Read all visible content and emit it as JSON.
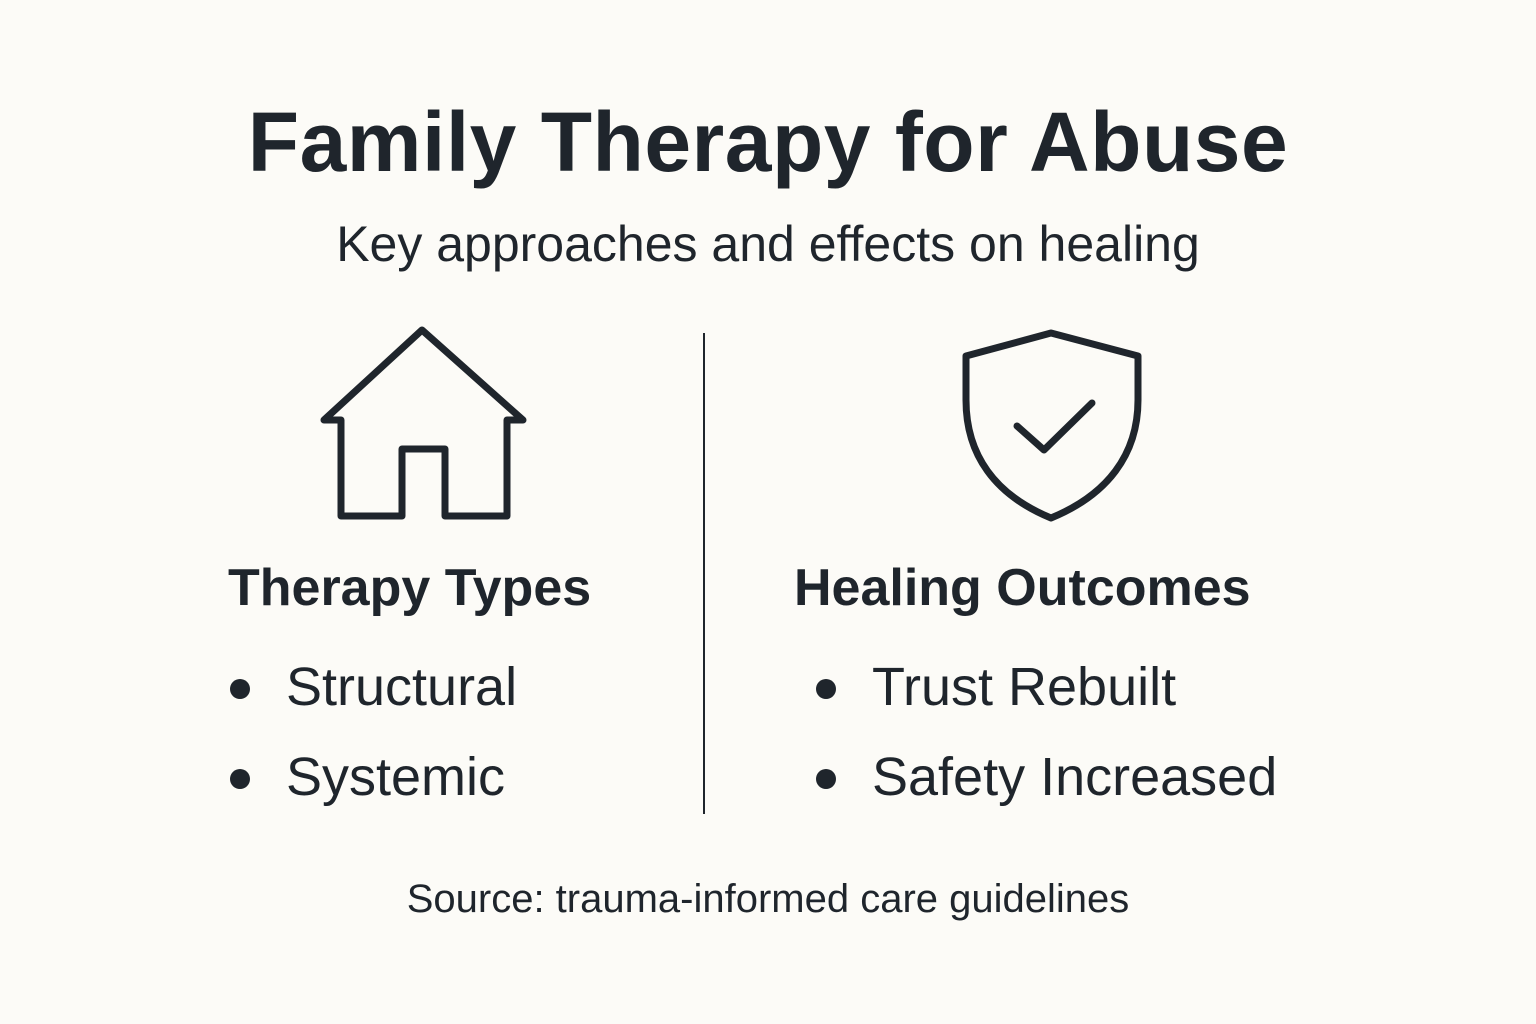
{
  "header": {
    "title": "Family Therapy for Abuse",
    "subtitle": "Key approaches and effects on healing"
  },
  "left_panel": {
    "icon": "house-icon",
    "heading": "Therapy Types",
    "items": [
      {
        "label": "Structural"
      },
      {
        "label": "Systemic"
      }
    ]
  },
  "right_panel": {
    "icon": "shield-check-icon",
    "heading": "Healing Outcomes",
    "items": [
      {
        "label": "Trust Rebuilt"
      },
      {
        "label": "Safety Increased"
      }
    ]
  },
  "footer": {
    "source": "Source: trauma-informed care guidelines"
  },
  "colors": {
    "background": "#fcfbf7",
    "ink": "#1f252c"
  }
}
